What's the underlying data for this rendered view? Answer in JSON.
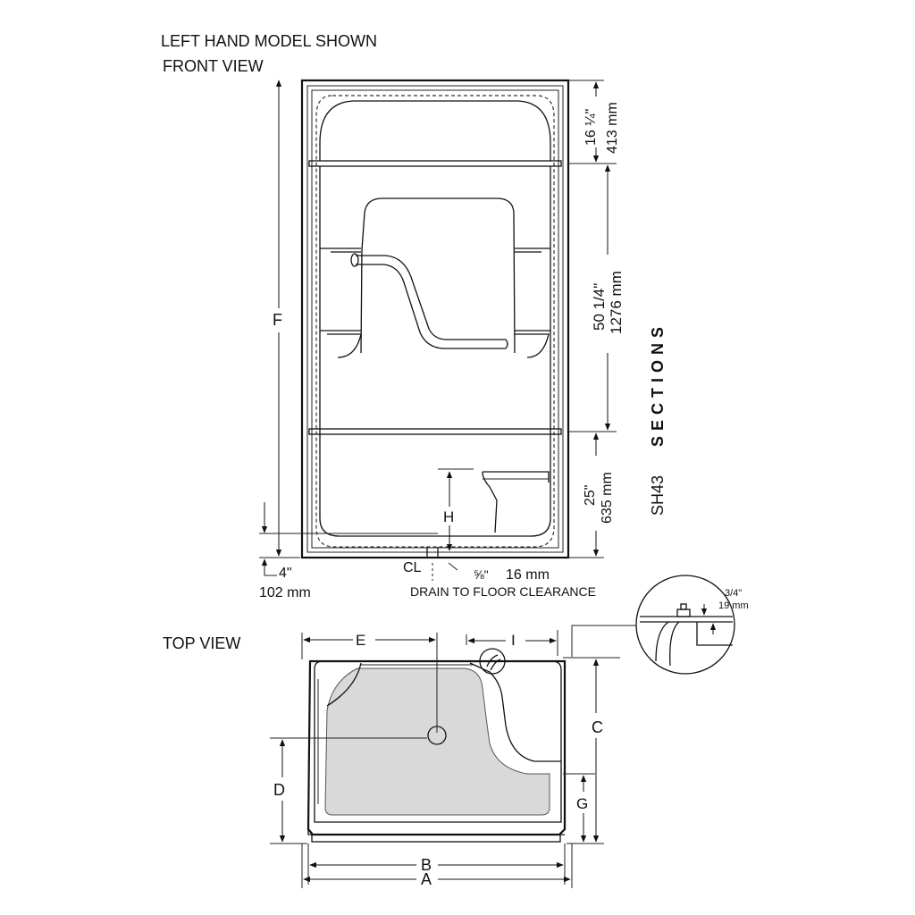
{
  "diagram": {
    "header": {
      "model_note": "LEFT HAND MODEL SHOWN",
      "front_view": "FRONT VIEW",
      "top_view": "TOP VIEW"
    },
    "front_dimensions": {
      "top_section_in": "16 ¼\"",
      "top_section_mm": "413 mm",
      "middle_section_in": "50 1/4\"",
      "middle_section_mm": "1276 mm",
      "bottom_section_in": "25\"",
      "bottom_section_mm": "635 mm",
      "height_letter": "F",
      "seat_letter": "H",
      "base_in": "4\"",
      "base_mm": "102 mm",
      "centerline": "CL",
      "drain_in": "⅝\"",
      "drain_mm": "16 mm",
      "drain_note": "DRAIN TO FLOOR CLEARANCE"
    },
    "detail": {
      "flange_in": "3/4\"",
      "flange_mm": "19 mm"
    },
    "side_label": {
      "model": "SH43",
      "sections": "SECTIONS"
    },
    "top_dimensions": {
      "a": "A",
      "b": "B",
      "c": "C",
      "d": "D",
      "e": "E",
      "g": "G",
      "i": "I"
    }
  }
}
